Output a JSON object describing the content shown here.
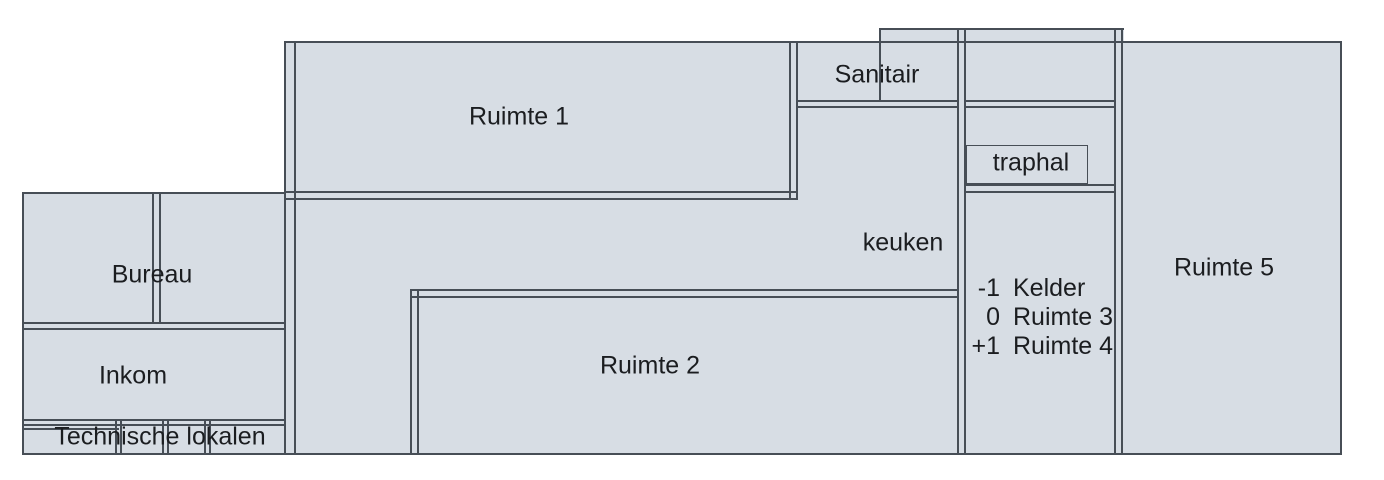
{
  "colors": {
    "room_fill": "#d7dde4",
    "wall": "#474e56",
    "text": "#1b1d20",
    "background": "#ffffff"
  },
  "rooms": {
    "ruimte1": {
      "label": "Ruimte 1"
    },
    "sanitair": {
      "label": "Sanitair"
    },
    "traphal": {
      "label": "traphal"
    },
    "keuken": {
      "label": "keuken"
    },
    "bureau": {
      "label": "Bureau"
    },
    "inkom": {
      "label": "Inkom"
    },
    "technische": {
      "label": "Technische lokalen"
    },
    "ruimte2": {
      "label": "Ruimte 2"
    },
    "ruimte5": {
      "label": "Ruimte 5"
    }
  },
  "levels": [
    {
      "level": "-1",
      "name": "Kelder"
    },
    {
      "level": "0",
      "name": "Ruimte 3"
    },
    {
      "level": "+1",
      "name": "Ruimte 4"
    }
  ]
}
